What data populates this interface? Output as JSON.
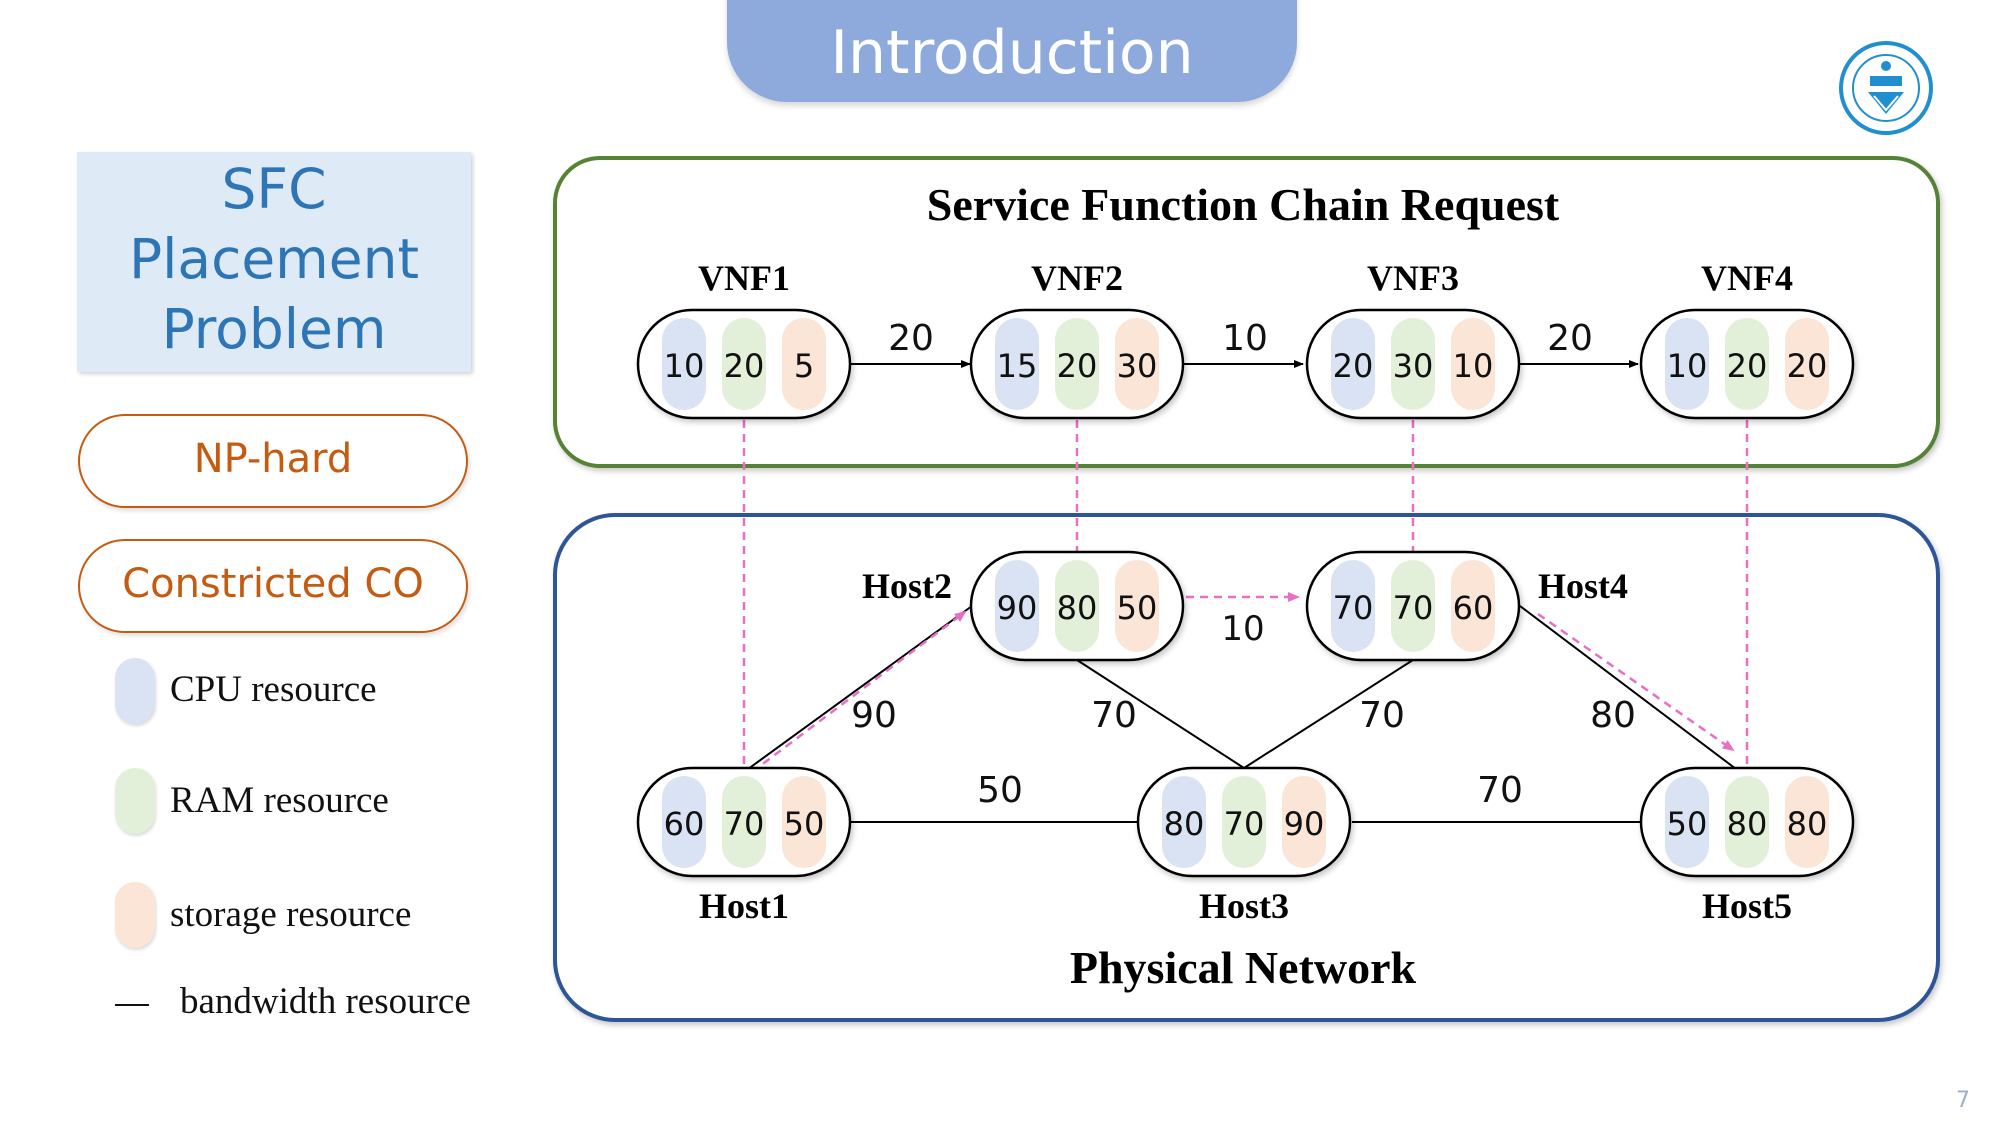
{
  "header": {
    "title": "Introduction",
    "page_number": "7"
  },
  "sidebar": {
    "title": "SFC\nPlacement\nProblem",
    "tags": [
      "NP-hard",
      "Constricted CO"
    ],
    "legend": [
      {
        "label": "CPU resource",
        "color": "#dae3f3"
      },
      {
        "label": "RAM resource",
        "color": "#e2f0d9"
      },
      {
        "label": "storage resource",
        "color": "#fbe5d6"
      }
    ],
    "bandwidth_symbol": "—",
    "bandwidth_label": "bandwidth resource"
  },
  "colors": {
    "cpu": "#dae3f3",
    "ram": "#e2f0d9",
    "storage": "#fbe5d6",
    "sfc_border": "#548235",
    "network_border": "#2f5597",
    "mapping": "#e86fc4"
  },
  "sfc": {
    "title": "Service Function Chain Request",
    "vnfs": [
      {
        "name": "VNF1",
        "cpu": "10",
        "ram": "20",
        "storage": "5"
      },
      {
        "name": "VNF2",
        "cpu": "15",
        "ram": "20",
        "storage": "30"
      },
      {
        "name": "VNF3",
        "cpu": "20",
        "ram": "30",
        "storage": "10"
      },
      {
        "name": "VNF4",
        "cpu": "10",
        "ram": "20",
        "storage": "20"
      }
    ],
    "links": [
      {
        "bandwidth": "20"
      },
      {
        "bandwidth": "10"
      },
      {
        "bandwidth": "20"
      }
    ]
  },
  "network": {
    "title": "Physical Network",
    "hosts": [
      {
        "name": "Host1",
        "cpu": "60",
        "ram": "70",
        "storage": "50"
      },
      {
        "name": "Host2",
        "cpu": "90",
        "ram": "80",
        "storage": "50"
      },
      {
        "name": "Host3",
        "cpu": "80",
        "ram": "70",
        "storage": "90"
      },
      {
        "name": "Host4",
        "cpu": "70",
        "ram": "70",
        "storage": "60"
      },
      {
        "name": "Host5",
        "cpu": "50",
        "ram": "80",
        "storage": "80"
      }
    ],
    "links": [
      {
        "bandwidth": "90"
      },
      {
        "bandwidth": "50"
      },
      {
        "bandwidth": "70"
      },
      {
        "bandwidth": "70"
      },
      {
        "bandwidth": "10"
      },
      {
        "bandwidth": "80"
      },
      {
        "bandwidth": "70"
      }
    ]
  }
}
